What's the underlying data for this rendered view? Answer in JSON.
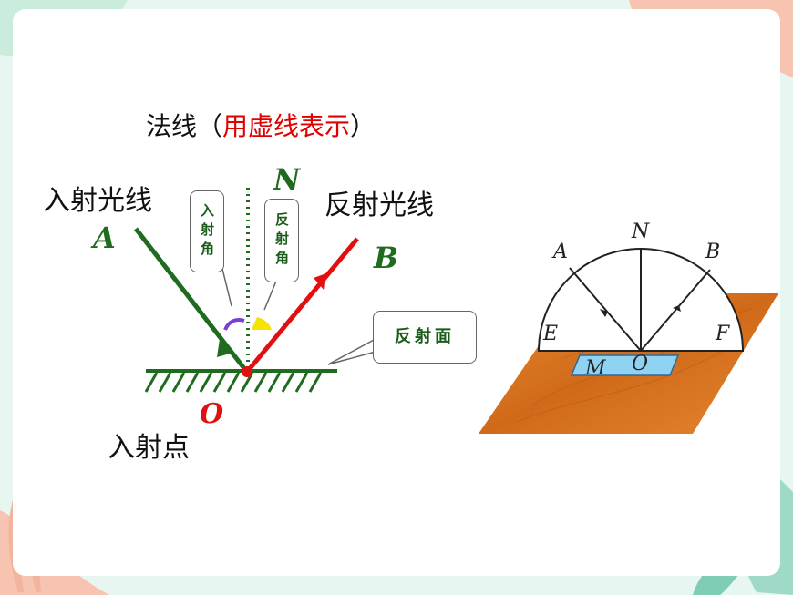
{
  "title": {
    "normal_text": "法线（",
    "red_text": "用虚线表示",
    "close_text": "）"
  },
  "incident_ray_label": "入射光线",
  "reflected_ray_label": "反射光线",
  "incidence_point_label": "入射点",
  "point_A": "A",
  "point_B": "B",
  "point_N": "N",
  "point_O": "O",
  "incident_angle_label": "入射角",
  "reflection_angle_label": "反射角",
  "reflecting_surface_label": "反射面",
  "photo": {
    "A": "A",
    "B": "B",
    "N": "N",
    "E": "E",
    "F": "F",
    "O": "O",
    "M": "M"
  },
  "colors": {
    "incident_ray": "#1f6b1f",
    "reflected_ray": "#e01010",
    "title_red": "#e00000",
    "board": "#d9731d"
  }
}
